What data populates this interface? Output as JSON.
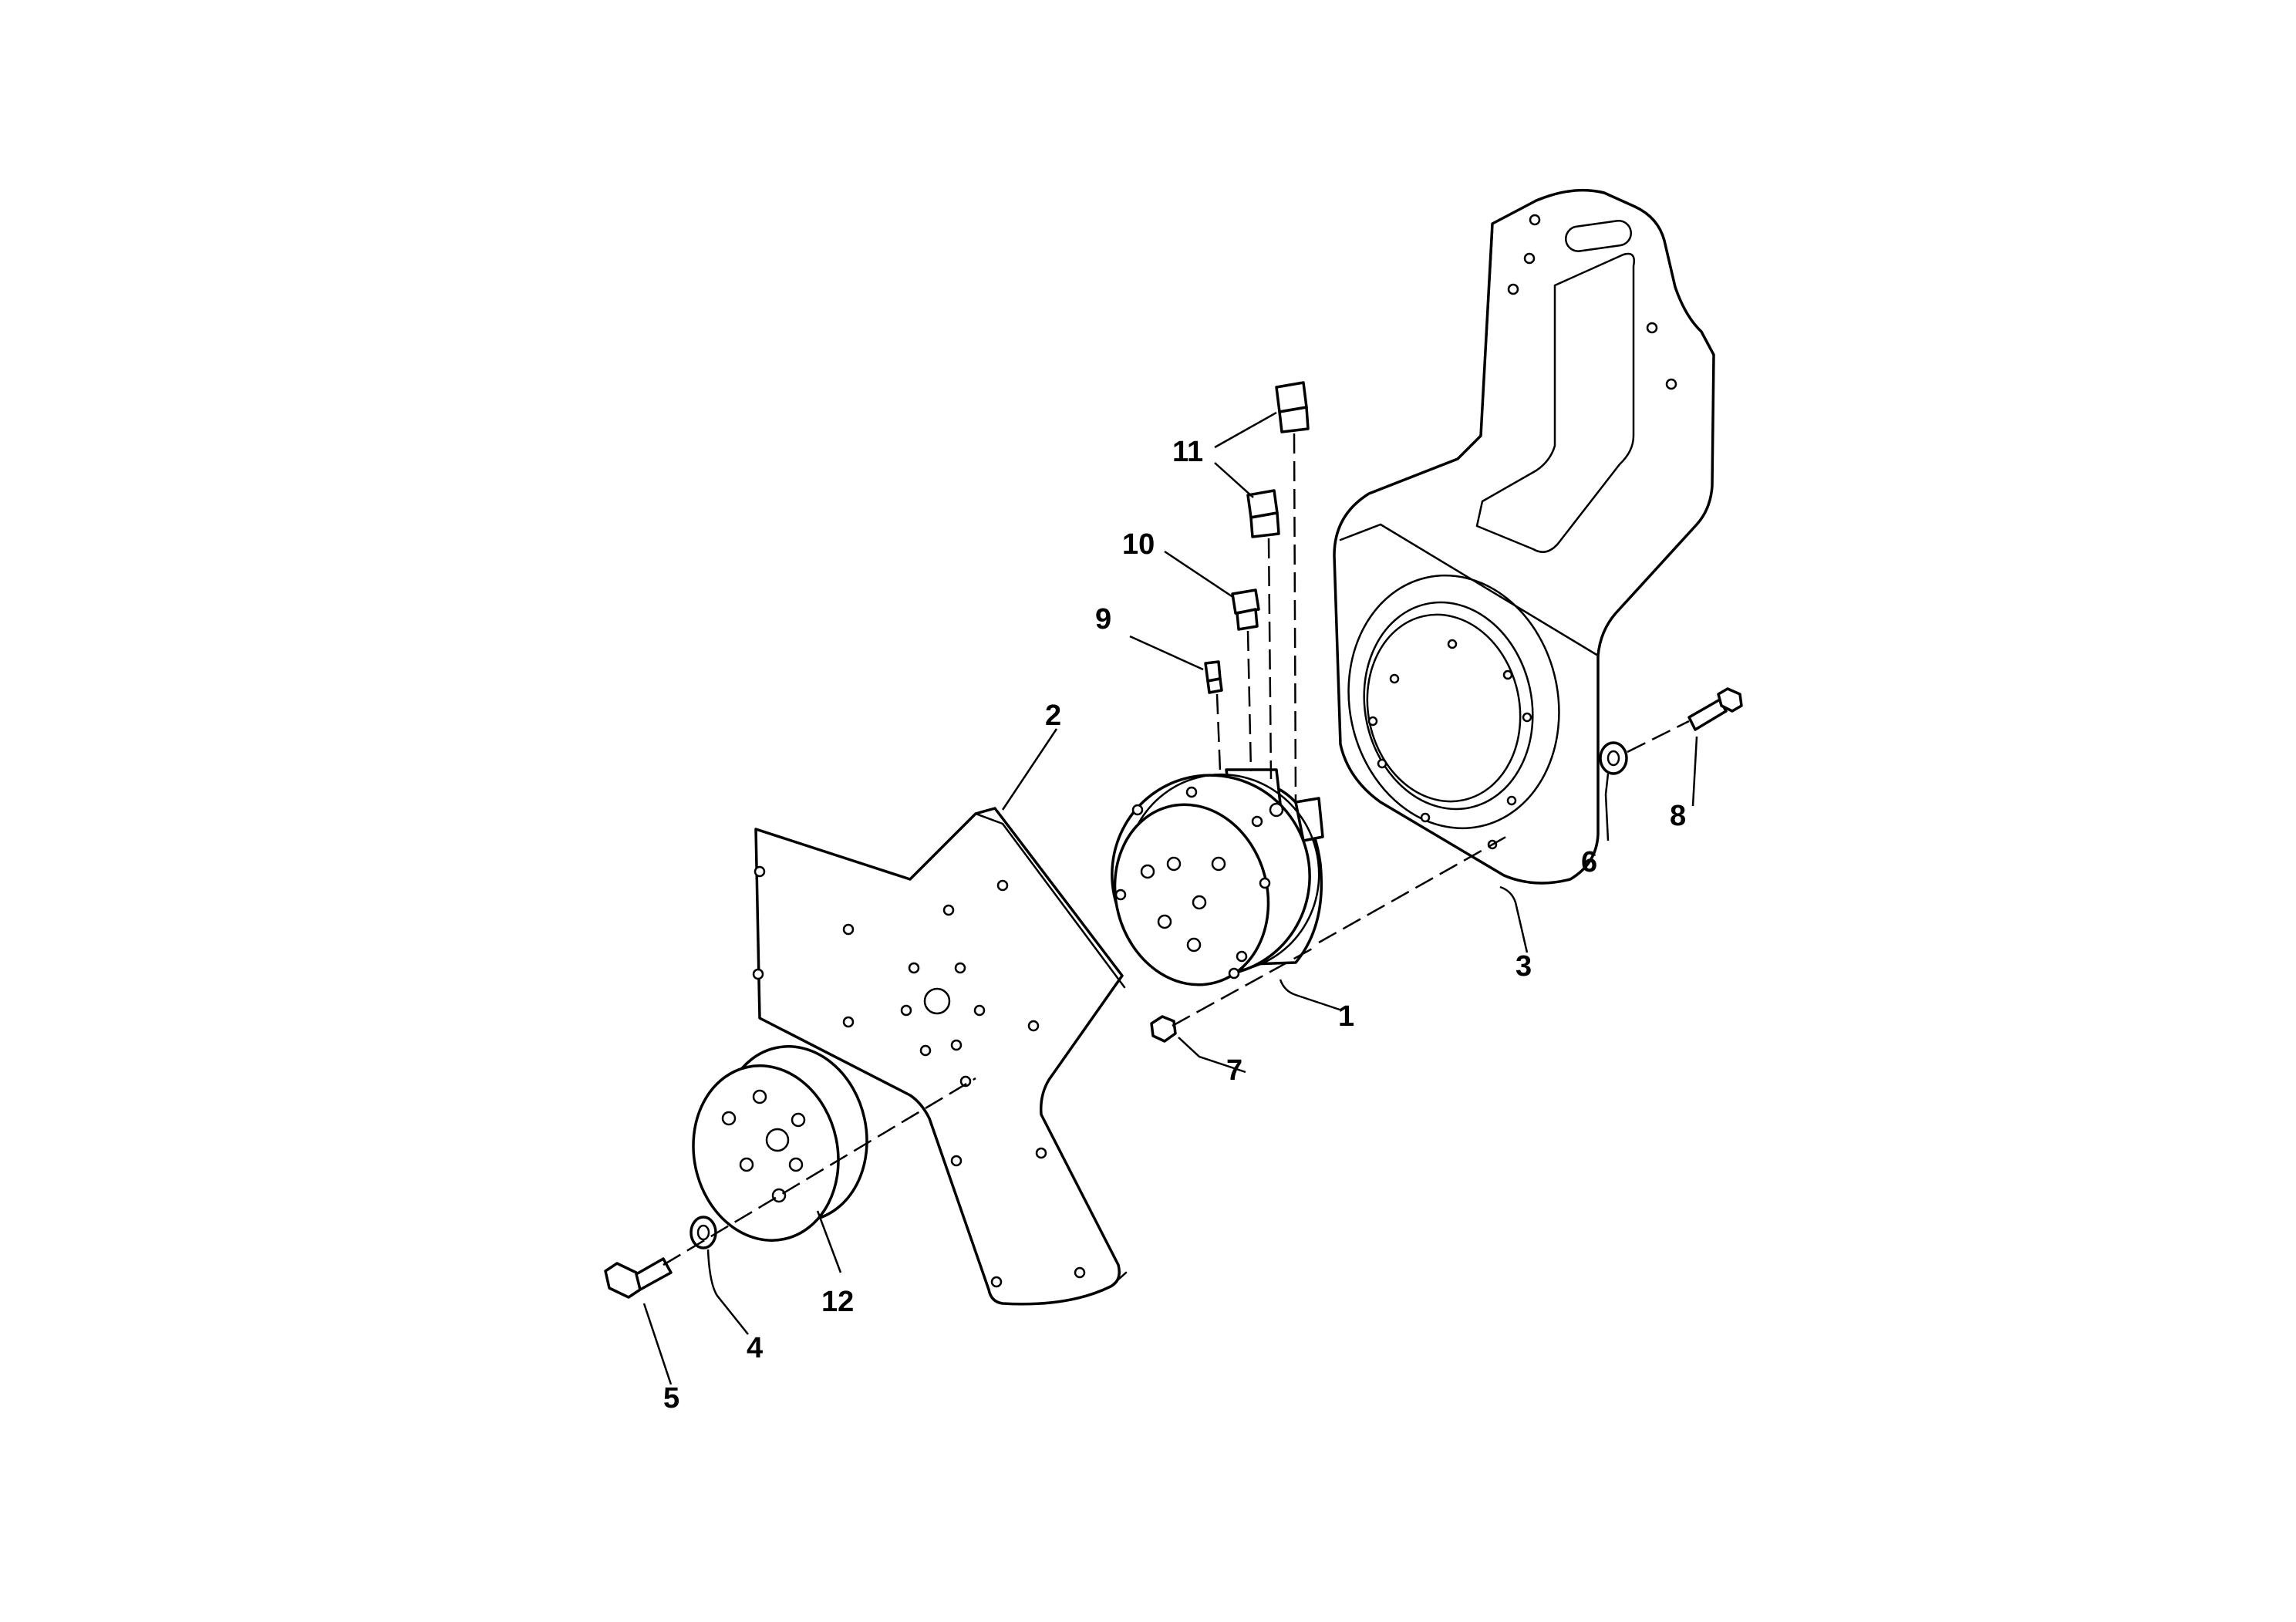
{
  "diagram": {
    "callouts": [
      "1",
      "2",
      "3",
      "4",
      "5",
      "6",
      "7",
      "8",
      "9",
      "10",
      "11",
      "11",
      "12"
    ]
  }
}
